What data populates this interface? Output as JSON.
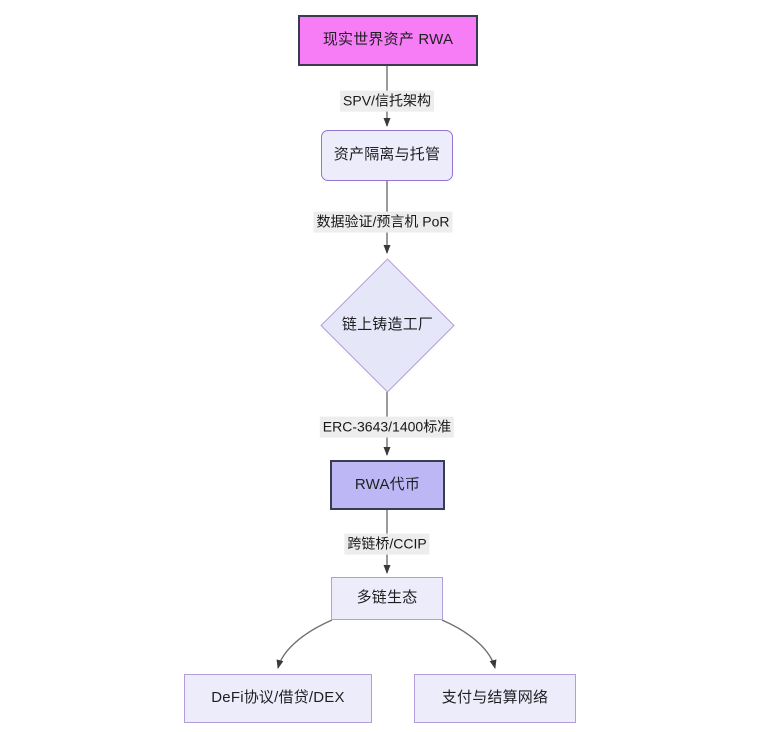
{
  "diagram": {
    "type": "flowchart",
    "direction": "top-to-bottom",
    "title_text": "",
    "colors": {
      "highlight_fill": "#F77DF7",
      "highlight_stroke": "#3B3B4F",
      "strong_fill": "#BDB8F5",
      "strong_stroke": "#3B3B4F",
      "node_fill": "#ECECFB",
      "node_stroke": "#B39DDB",
      "round_stroke": "#9575CD",
      "diamond_fill": "#E6E6F9",
      "edge_stroke": "#707070",
      "edge_label_bg": "#EDEDED",
      "text": "#1F1F22",
      "canvas": "#FFFFFF"
    },
    "nodes": [
      {
        "id": "rwa",
        "label": "现实世界资产 RWA",
        "shape": "rect-sharp-highlight"
      },
      {
        "id": "custody",
        "label": "资产隔离与托管",
        "shape": "rounded-rect"
      },
      {
        "id": "mint",
        "label": "链上铸造工厂",
        "shape": "diamond"
      },
      {
        "id": "token",
        "label": "RWA代币",
        "shape": "rect-strong"
      },
      {
        "id": "multichain",
        "label": "多链生态",
        "shape": "rect-sharp"
      },
      {
        "id": "defi",
        "label": "DeFi协议/借贷/DEX",
        "shape": "rect-sharp"
      },
      {
        "id": "settlement",
        "label": "支付与结算网络",
        "shape": "rect-sharp"
      }
    ],
    "edges": [
      {
        "from": "rwa",
        "to": "custody",
        "label": "SPV/信托架构"
      },
      {
        "from": "custody",
        "to": "mint",
        "label": "数据验证/预言机 PoR"
      },
      {
        "from": "mint",
        "to": "token",
        "label": "ERC-3643/1400标准"
      },
      {
        "from": "token",
        "to": "multichain",
        "label": "跨链桥/CCIP"
      },
      {
        "from": "multichain",
        "to": "defi",
        "label": ""
      },
      {
        "from": "multichain",
        "to": "settlement",
        "label": ""
      }
    ]
  }
}
